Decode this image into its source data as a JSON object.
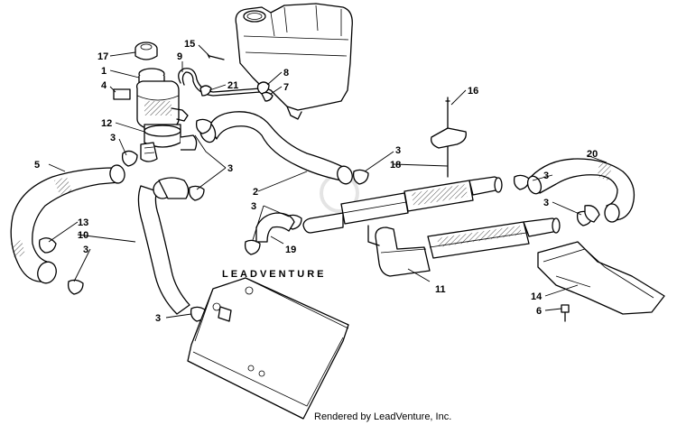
{
  "watermark": "LEADVENTURE",
  "credit": "Rendered by LeadVenture, Inc.",
  "callouts": {
    "c17": "17",
    "c1": "1",
    "c4": "4",
    "c12": "12",
    "c15": "15",
    "c9": "9",
    "c21": "21",
    "c8": "8",
    "c7": "7",
    "c16": "16",
    "c3a": "3",
    "c3b": "3",
    "c3c": "3",
    "c3d": "3",
    "c3e": "3",
    "c3f": "3",
    "c3g": "3",
    "c3h": "3",
    "c5": "5",
    "c2": "2",
    "c18": "18",
    "c20": "20",
    "c13": "13",
    "c10": "10",
    "c19": "19",
    "c11": "11",
    "c14": "14",
    "c6": "6"
  }
}
